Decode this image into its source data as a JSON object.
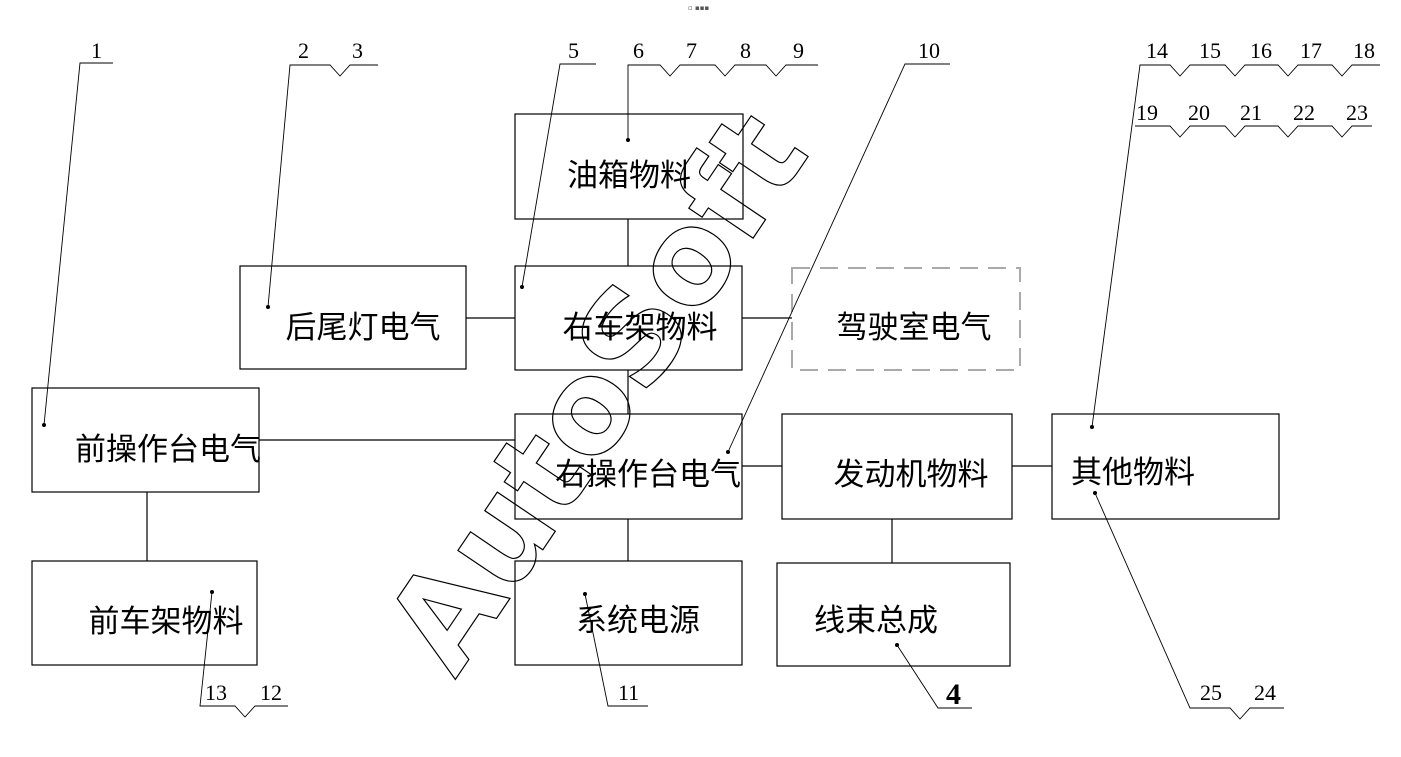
{
  "watermark": "AutoSoft",
  "top_mark": "▫ ▪▪▪",
  "boxes": {
    "fuel_tank": "油箱物料",
    "tail_light": "后尾灯电气",
    "right_frame": "右车架物料",
    "cab": "驾驶室电气",
    "front_console": "前操作台电气",
    "right_console": "右操作台电气",
    "engine": "发动机物料",
    "other": "其他物料",
    "front_frame": "前车架物料",
    "power": "系统电源",
    "harness": "线束总成"
  },
  "labels": {
    "n1": "1",
    "n2": "2",
    "n3": "3",
    "n4": "4",
    "n5": "5",
    "n6": "6",
    "n7": "7",
    "n8": "8",
    "n9": "9",
    "n10": "10",
    "n11": "11",
    "n12": "12",
    "n13": "13",
    "n14": "14",
    "n15": "15",
    "n16": "16",
    "n17": "17",
    "n18": "18",
    "n19": "19",
    "n20": "20",
    "n21": "21",
    "n22": "22",
    "n23": "23",
    "n24": "24",
    "n25": "25"
  }
}
